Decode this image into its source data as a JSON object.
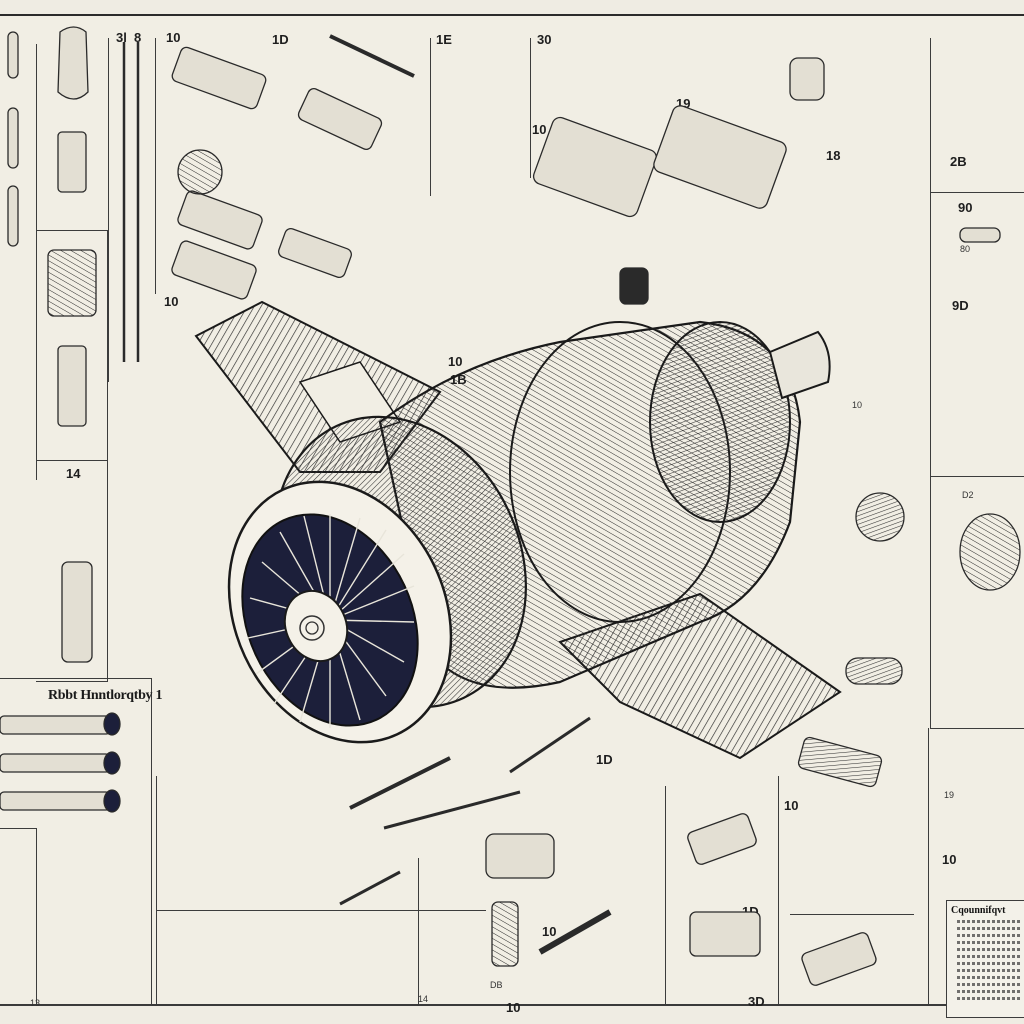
{
  "sheet": {
    "subject": "Jet engine exploded-view parts illustration",
    "colors": {
      "paper": "#f1eee4",
      "ink": "#1e1e1e",
      "fan_dark": "#1c1f3a",
      "frame": "#3c3c3c"
    }
  },
  "left_panel": {
    "title": "Rbbt Hnntlorqtby 1",
    "labels": [
      "3l",
      "8",
      "14",
      "10",
      "13"
    ]
  },
  "top_row": {
    "labels": [
      "10",
      "1D",
      "1E",
      "30",
      "10",
      "19",
      "18",
      "10"
    ]
  },
  "right_column": {
    "labels": [
      "2B",
      "90",
      "80",
      "9D",
      "D2",
      "19",
      "10"
    ]
  },
  "main_engine": {
    "labels": [
      "10",
      "1B",
      "18",
      "10",
      "1D"
    ]
  },
  "bottom_row": {
    "labels": [
      "10",
      "10",
      "14",
      "DB",
      "1D",
      "3D",
      "10",
      "13"
    ]
  },
  "notes_box": {
    "title": "Cqounnifqvt",
    "line_count": 12
  }
}
